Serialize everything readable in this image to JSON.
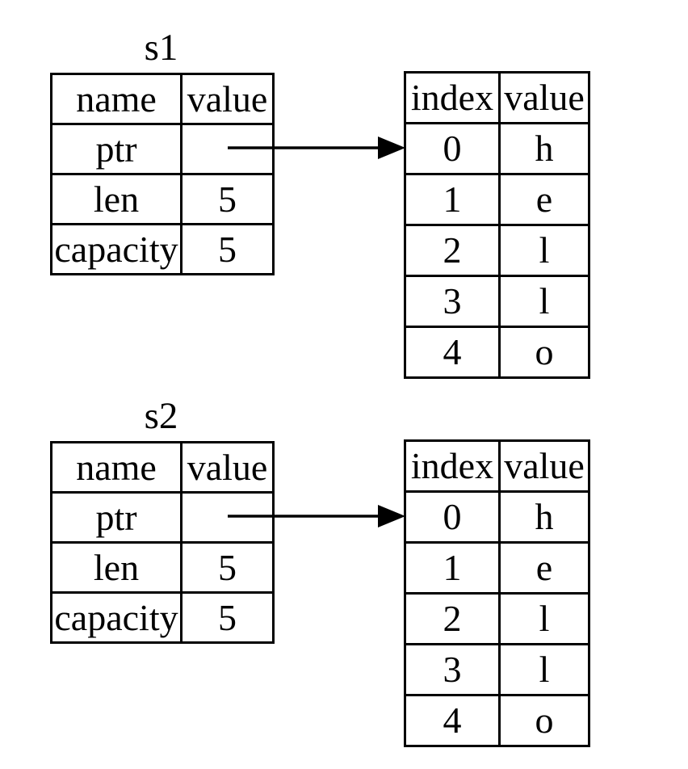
{
  "colors": {
    "background": "#ffffff",
    "ink": "#000000"
  },
  "groups": [
    {
      "title": "s1",
      "stack": {
        "headers": {
          "name": "name",
          "value": "value"
        },
        "rows": [
          {
            "name": "ptr",
            "value": ""
          },
          {
            "name": "len",
            "value": "5"
          },
          {
            "name": "capacity",
            "value": "5"
          }
        ]
      },
      "heap": {
        "headers": {
          "index": "index",
          "value": "value"
        },
        "rows": [
          {
            "index": "0",
            "value": "h"
          },
          {
            "index": "1",
            "value": "e"
          },
          {
            "index": "2",
            "value": "l"
          },
          {
            "index": "3",
            "value": "l"
          },
          {
            "index": "4",
            "value": "o"
          }
        ]
      }
    },
    {
      "title": "s2",
      "stack": {
        "headers": {
          "name": "name",
          "value": "value"
        },
        "rows": [
          {
            "name": "ptr",
            "value": ""
          },
          {
            "name": "len",
            "value": "5"
          },
          {
            "name": "capacity",
            "value": "5"
          }
        ]
      },
      "heap": {
        "headers": {
          "index": "index",
          "value": "value"
        },
        "rows": [
          {
            "index": "0",
            "value": "h"
          },
          {
            "index": "1",
            "value": "e"
          },
          {
            "index": "2",
            "value": "l"
          },
          {
            "index": "3",
            "value": "l"
          },
          {
            "index": "4",
            "value": "o"
          }
        ]
      }
    }
  ]
}
